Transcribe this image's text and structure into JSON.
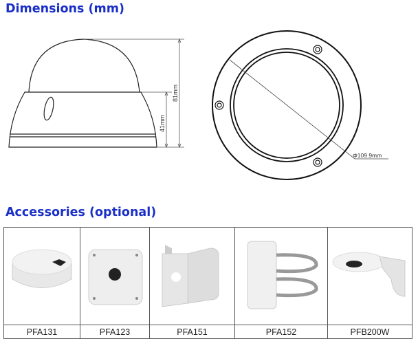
{
  "dimensions": {
    "title": "Dimensions (mm)",
    "side_view": {
      "total_height": "81mm",
      "base_height": "41mm"
    },
    "top_view": {
      "diameter": "Φ109.9mm"
    }
  },
  "accessories": {
    "title": "Accessories (optional)",
    "items": [
      {
        "model": "PFA131",
        "icon": "round-junction-box"
      },
      {
        "model": "PFA123",
        "icon": "square-junction-box"
      },
      {
        "model": "PFA151",
        "icon": "corner-mount-bracket"
      },
      {
        "model": "PFA152",
        "icon": "pole-mount-bracket"
      },
      {
        "model": "PFB200W",
        "icon": "wall-mount-bracket"
      }
    ]
  },
  "colors": {
    "heading": "#1a2fc8",
    "line": "#222222"
  }
}
